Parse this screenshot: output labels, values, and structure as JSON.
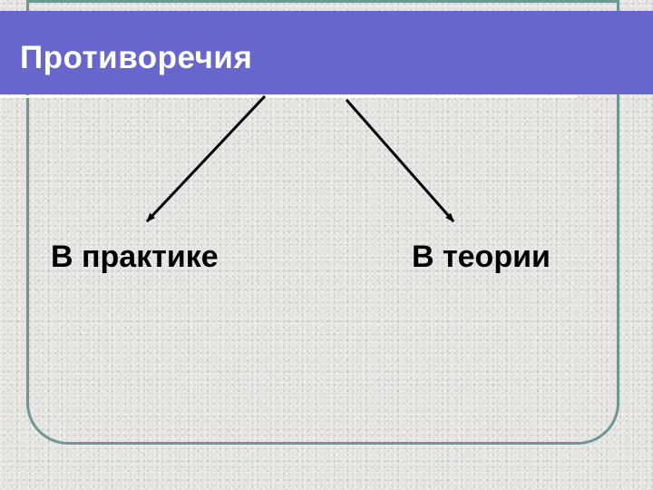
{
  "slide": {
    "title": "Противоречия",
    "branches": [
      {
        "label": "В практике"
      },
      {
        "label": "В теории"
      }
    ]
  },
  "colors": {
    "title_bar": "#6666cc",
    "title_text": "#ffffff",
    "frame": "#6d9794",
    "text": "#000000",
    "background": "#e4e3e0"
  }
}
